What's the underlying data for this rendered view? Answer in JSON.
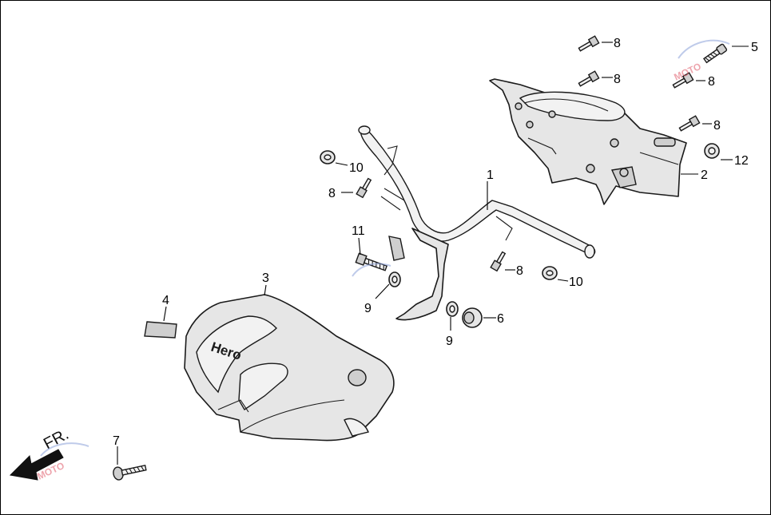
{
  "diagram": {
    "callouts": [
      {
        "id": "c1",
        "label": "1"
      },
      {
        "id": "c2",
        "label": "2"
      },
      {
        "id": "c3",
        "label": "3"
      },
      {
        "id": "c4",
        "label": "4"
      },
      {
        "id": "c5",
        "label": "5"
      },
      {
        "id": "c6",
        "label": "6"
      },
      {
        "id": "c7",
        "label": "7"
      },
      {
        "id": "c8a",
        "label": "8"
      },
      {
        "id": "c8b",
        "label": "8"
      },
      {
        "id": "c8c",
        "label": "8"
      },
      {
        "id": "c8d",
        "label": "8"
      },
      {
        "id": "c8e",
        "label": "8"
      },
      {
        "id": "c8f",
        "label": "8"
      },
      {
        "id": "c9a",
        "label": "9"
      },
      {
        "id": "c9b",
        "label": "9"
      },
      {
        "id": "c10a",
        "label": "10"
      },
      {
        "id": "c10b",
        "label": "10"
      },
      {
        "id": "c11",
        "label": "11"
      },
      {
        "id": "c12",
        "label": "12"
      }
    ],
    "brand_text": "Hero",
    "direction_label": "FR.",
    "watermark_text": "MOTO"
  }
}
